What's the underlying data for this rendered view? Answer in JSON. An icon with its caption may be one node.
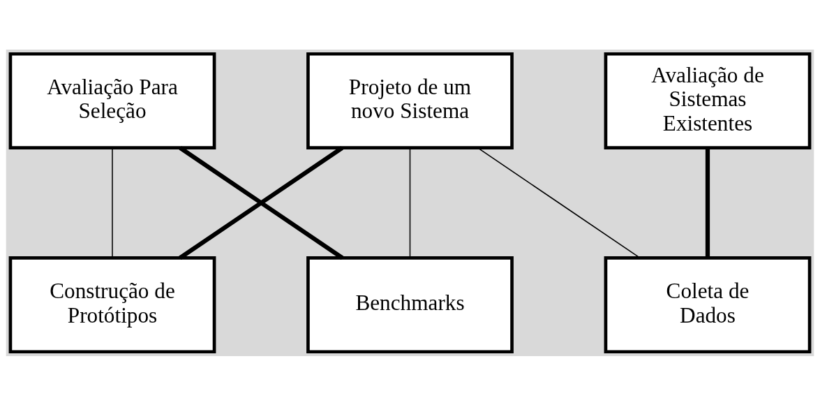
{
  "diagram": {
    "nodes": [
      {
        "text": [
          "Avaliação Para Seleção"
        ]
      },
      {
        "text": [
          "Projeto de um novo Sistema"
        ]
      },
      {
        "text": [
          "Avaliação de Sistemas Existentes"
        ]
      },
      {
        "text": [
          "Benchmarks"
        ]
      },
      {
        "text": [
          "Construção de Protótipos"
        ]
      },
      {
        "text": [
          "Coleta de Dados"
        ]
      }
    ],
    "edges": [
      {
        "from": 0,
        "to": 3,
        "arrow": "none",
        "style": "thick"
      },
      {
        "from": 0,
        "to": 4,
        "arrow": "none"
      },
      {
        "from": 1,
        "to": 3,
        "arrow": "none"
      },
      {
        "from": 1,
        "to": 4,
        "arrow": "none",
        "style": "thick"
      },
      {
        "from": 1,
        "to": 5,
        "arrow": "none"
      },
      {
        "from": 2,
        "to": 5,
        "arrow": "none",
        "style": "thick"
      }
    ]
  }
}
